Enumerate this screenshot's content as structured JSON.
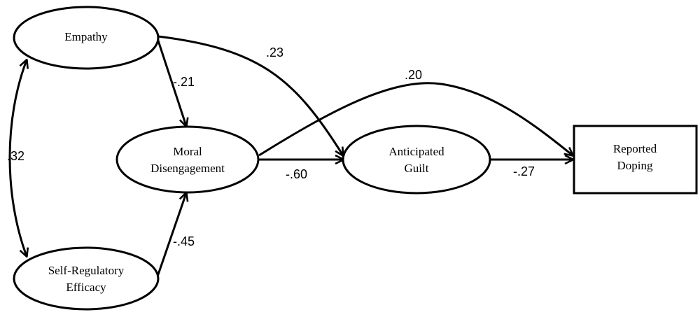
{
  "nodes": {
    "empathy": {
      "label": "Empathy"
    },
    "self_regulatory_efficacy": {
      "line1": "Self-Regulatory",
      "line2": "Efficacy"
    },
    "moral_disengagement": {
      "line1": "Moral",
      "line2": "Disengagement"
    },
    "anticipated_guilt": {
      "line1": "Anticipated",
      "line2": "Guilt"
    },
    "reported_doping": {
      "line1": "Reported",
      "line2": "Doping"
    }
  },
  "paths": {
    "empathy_to_moral": ".21",
    "self_reg_to_moral": ".45",
    "empathy_to_guilt": ".23",
    "moral_to_guilt": ".60",
    "moral_to_doping": ".20",
    "guilt_to_doping": ".27",
    "empathy_with_self_reg": ".32"
  },
  "path_signs": {
    "empathy_to_moral": "-",
    "self_reg_to_moral": "-",
    "moral_to_guilt": "-",
    "guilt_to_doping": "-"
  },
  "colors": {
    "stroke": "#000000",
    "background": "#ffffff"
  }
}
